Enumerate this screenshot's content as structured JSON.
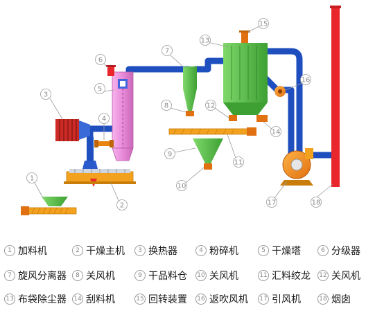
{
  "diagram": {
    "callouts": [
      "1",
      "2",
      "3",
      "4",
      "5",
      "6",
      "7",
      "8",
      "9",
      "10",
      "11",
      "12",
      "13",
      "14",
      "15",
      "16",
      "17",
      "18"
    ]
  },
  "legend": [
    {
      "num": "1",
      "label": "加料机"
    },
    {
      "num": "2",
      "label": "干燥主机"
    },
    {
      "num": "3",
      "label": "换热器"
    },
    {
      "num": "4",
      "label": "粉碎机"
    },
    {
      "num": "5",
      "label": "干燥塔"
    },
    {
      "num": "6",
      "label": "分级器"
    },
    {
      "num": "7",
      "label": "旋风分离器"
    },
    {
      "num": "8",
      "label": "关风机"
    },
    {
      "num": "9",
      "label": "干品料仓"
    },
    {
      "num": "10",
      "label": "关风机"
    },
    {
      "num": "11",
      "label": "汇料绞龙"
    },
    {
      "num": "12",
      "label": "关风机"
    },
    {
      "num": "13",
      "label": "布袋除尘器"
    },
    {
      "num": "14",
      "label": "刮料机"
    },
    {
      "num": "15",
      "label": "回转装置"
    },
    {
      "num": "16",
      "label": "返吹风机"
    },
    {
      "num": "17",
      "label": "引风机"
    },
    {
      "num": "18",
      "label": "烟囱"
    }
  ],
  "colors": {
    "duct": "#1f4fbf",
    "chimney": "#e8262b",
    "tower": "#e98ad9",
    "hopper": "#5cc24b",
    "fan": "#f2830f",
    "heater": "#cc2a25",
    "base": "#f2a21f",
    "callout": "#8a8a8a"
  }
}
